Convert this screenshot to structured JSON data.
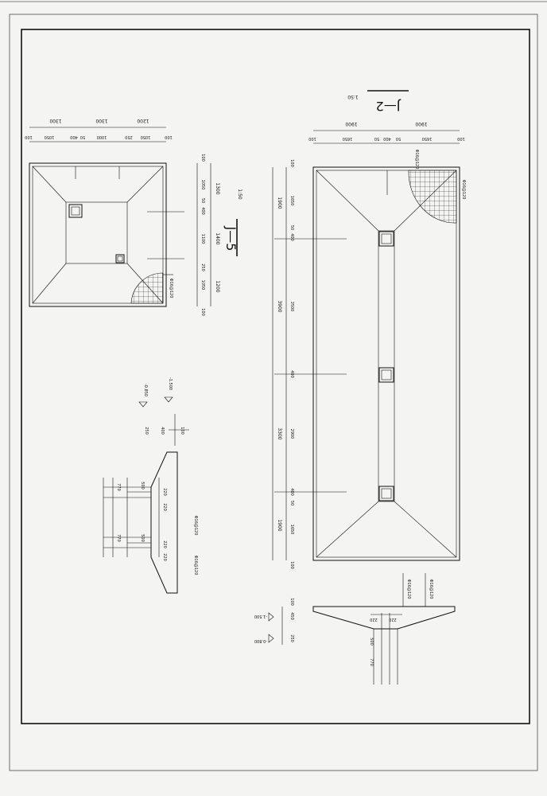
{
  "sheet": {
    "paper_color": "#f4f4f2",
    "ink_color": "#111111"
  },
  "j5": {
    "title": "J—5",
    "scale": "1:50",
    "top_dims_outer": [
      "1300",
      "1300",
      "1200"
    ],
    "top_dims_inner": [
      "100",
      "1050",
      "400",
      "50",
      "1000",
      "250",
      "1050",
      "100"
    ],
    "side_dims_outer": [
      "1300",
      "1400",
      "1200"
    ],
    "side_dims_inner": [
      "100",
      "1050",
      "400",
      "50",
      "1100",
      "250",
      "1050",
      "100"
    ],
    "rebar": "Φ16@120"
  },
  "j2": {
    "title": "J—2",
    "scale": "1:50",
    "top_dims_outer": [
      "1900",
      "1900"
    ],
    "top_dims_inner": [
      "100",
      "1650",
      "50",
      "400",
      "50",
      "1650",
      "100"
    ],
    "side_dims_outer": [
      "1900",
      "3900",
      "3300",
      "1900"
    ],
    "side_dims_inner": [
      "100",
      "1650",
      "50",
      "400",
      "3500",
      "400",
      "2900",
      "400",
      "50",
      "1650",
      "100"
    ],
    "rebar": "Φ16@120"
  },
  "j5_section": {
    "levels": [
      "-0.850",
      "-1.500"
    ],
    "dims": [
      "250",
      "400",
      "100"
    ],
    "col_dims": [
      "770",
      "500",
      "220",
      "220",
      "770",
      "500",
      "220",
      "220"
    ],
    "rebar_1": "Φ16@120",
    "rebar_2": "Φ16@120"
  },
  "j2_section": {
    "levels": [
      "-1.500",
      "-0.800"
    ],
    "dims": [
      "100",
      "450",
      "250"
    ],
    "col_dims": [
      "220",
      "220",
      "500",
      "770"
    ],
    "rebar_1": "Φ16@120",
    "rebar_2": "Φ16@120"
  }
}
